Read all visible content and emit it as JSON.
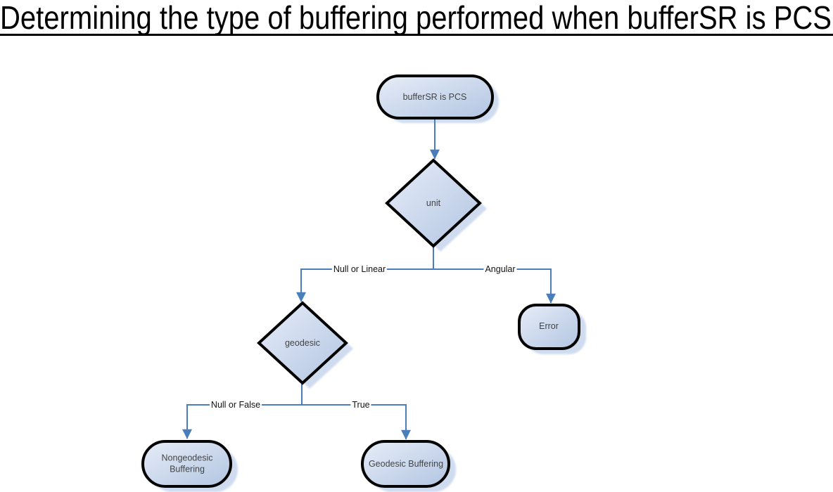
{
  "title": "Determining the type of buffering performed when bufferSR is PCS",
  "colors": {
    "connector": "#4a7ebb",
    "node_border": "#000000",
    "node_fill_light": "#e7edf8",
    "node_fill_dark": "#b2c5e2",
    "shadow": "#ccd9ee",
    "node_text": "#444444",
    "edge_text": "#111111",
    "title_color": "#000000"
  },
  "nodes": {
    "start": {
      "label": "bufferSR is PCS",
      "type": "terminator"
    },
    "unit": {
      "label": "unit",
      "type": "decision"
    },
    "geodesic": {
      "label": "geodesic",
      "type": "decision"
    },
    "error": {
      "label": "Error",
      "type": "terminator"
    },
    "nongeodesic": {
      "label": "Nongeodesic Buffering",
      "type": "terminator"
    },
    "geodesic_buffering": {
      "label": "Geodesic Buffering",
      "type": "terminator"
    }
  },
  "edges": {
    "unit_left": {
      "label": "Null or Linear",
      "from": "unit",
      "to": "geodesic"
    },
    "unit_right": {
      "label": "Angular",
      "from": "unit",
      "to": "error"
    },
    "geodesic_left": {
      "label": "Null or False",
      "from": "geodesic",
      "to": "nongeodesic"
    },
    "geodesic_right": {
      "label": "True",
      "from": "geodesic",
      "to": "geodesic_buffering"
    }
  }
}
